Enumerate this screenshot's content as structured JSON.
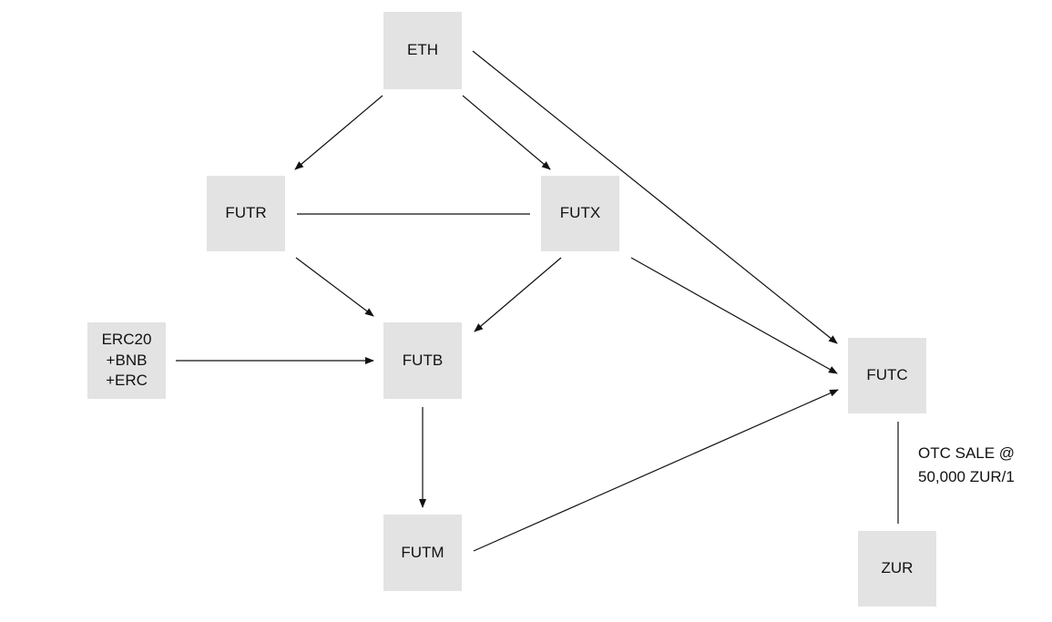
{
  "nodes": {
    "eth": "ETH",
    "futr": "FUTR",
    "futx": "FUTX",
    "erc": "ERC20\n+BNB\n+ERC",
    "futb": "FUTB",
    "futc": "FUTC",
    "futm": "FUTM",
    "zur": "ZUR"
  },
  "edge_labels": {
    "otc_sale": "OTC SALE @\n50,000 ZUR/1"
  },
  "edges": [
    {
      "from": "ETH",
      "to": "FUTR",
      "directed": true
    },
    {
      "from": "ETH",
      "to": "FUTX",
      "directed": true
    },
    {
      "from": "ETH",
      "to": "FUTC",
      "directed": true
    },
    {
      "from": "FUTR",
      "to": "FUTX",
      "directed": false
    },
    {
      "from": "FUTR",
      "to": "FUTB",
      "directed": true
    },
    {
      "from": "FUTX",
      "to": "FUTB",
      "directed": true
    },
    {
      "from": "FUTX",
      "to": "FUTC",
      "directed": true
    },
    {
      "from": "ERC20 +BNB +ERC",
      "to": "FUTB",
      "directed": true
    },
    {
      "from": "FUTB",
      "to": "FUTM",
      "directed": true
    },
    {
      "from": "FUTM",
      "to": "FUTC",
      "directed": true
    },
    {
      "from": "FUTC",
      "to": "ZUR",
      "directed": false
    }
  ],
  "colors": {
    "node_fill": "#e3e3e3",
    "edge": "#111111",
    "text": "#111111",
    "background": "#ffffff"
  }
}
